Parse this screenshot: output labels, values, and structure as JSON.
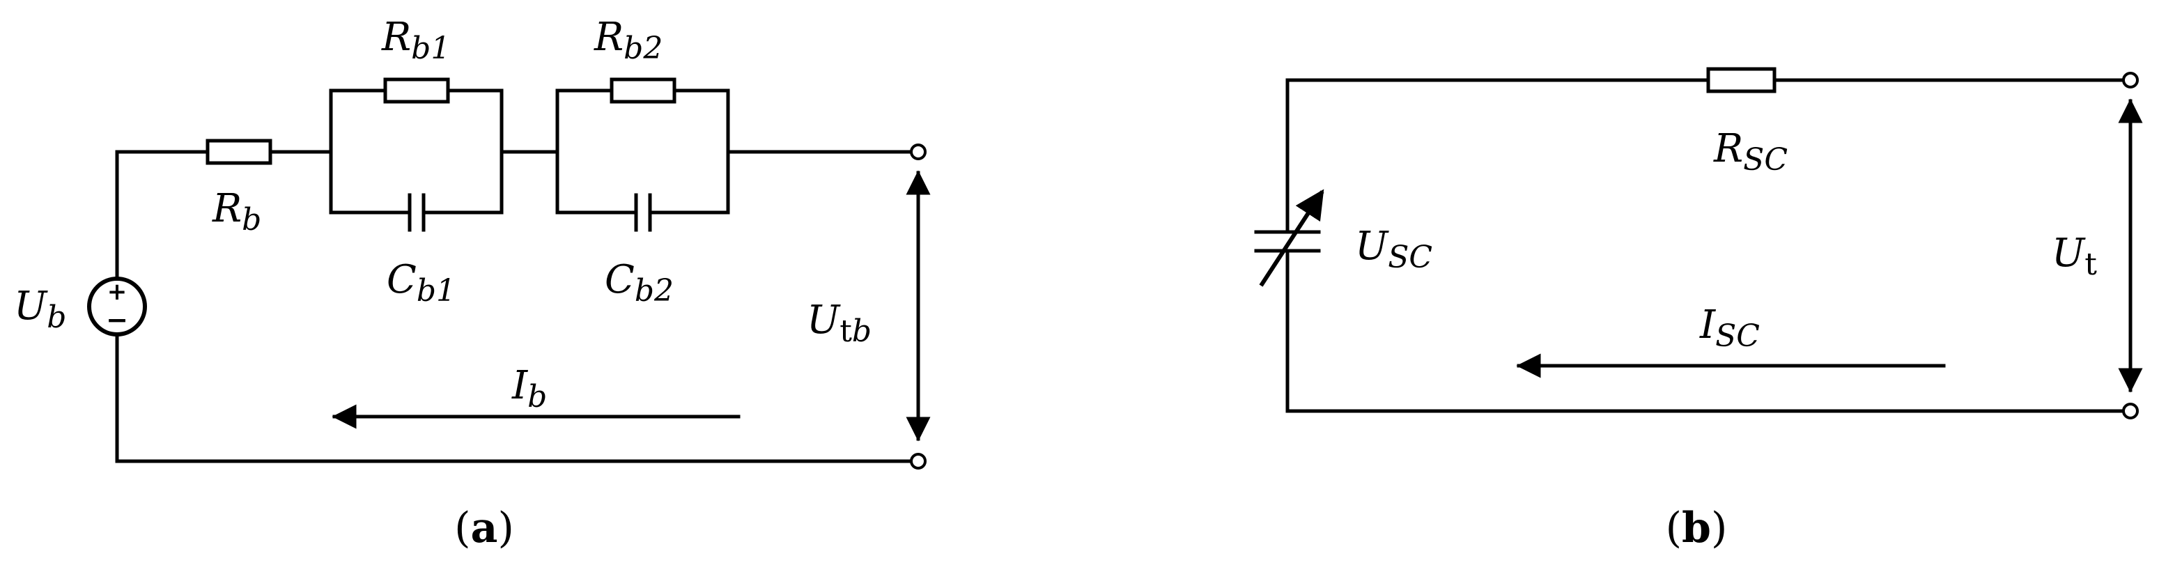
{
  "panel_a": {
    "caption": {
      "open": "(",
      "letter": "a",
      "close": ")"
    },
    "labels": {
      "Rb": {
        "main": "R",
        "sub": "b"
      },
      "Rb1": {
        "main": "R",
        "sub": "b1"
      },
      "Rb2": {
        "main": "R",
        "sub": "b2"
      },
      "Cb1": {
        "main": "C",
        "sub": "b1"
      },
      "Cb2": {
        "main": "C",
        "sub": "b2"
      },
      "Ub": {
        "main": "U",
        "sub": "b"
      },
      "Utb": {
        "main": "U",
        "sub_roman": "t",
        "sub": "b"
      },
      "Ib": {
        "main": "I",
        "sub": "b"
      }
    },
    "source_signs": {
      "plus": "+",
      "minus": "−"
    }
  },
  "panel_b": {
    "caption": {
      "open": "(",
      "letter": "b",
      "close": ")"
    },
    "labels": {
      "Rsc": {
        "main": "R",
        "sub": "SC"
      },
      "Usc": {
        "main": "U",
        "sub": "SC"
      },
      "Ut": {
        "main": "U",
        "sub_roman": "t"
      },
      "Isc": {
        "main": "I",
        "sub": "SC"
      }
    }
  }
}
